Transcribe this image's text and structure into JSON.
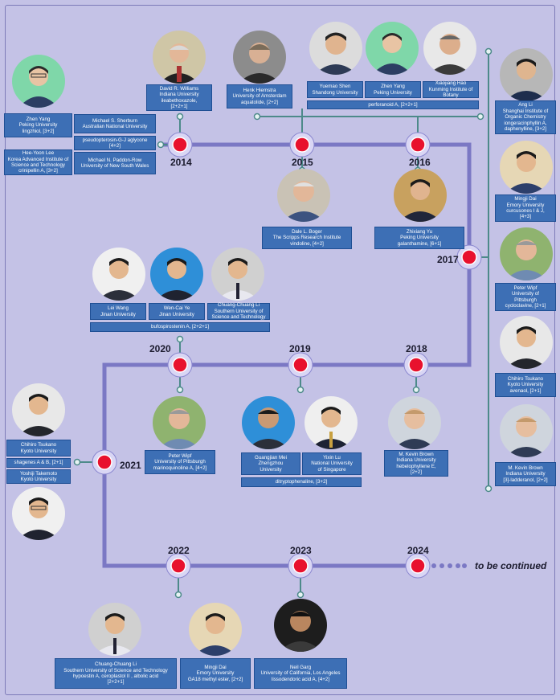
{
  "years": [
    "2014",
    "2015",
    "2016",
    "2017",
    "2018",
    "2019",
    "2020",
    "2021",
    "2022",
    "2023",
    "2024"
  ],
  "continued": "to be continued",
  "labels": {
    "zyang1": "Zhen Yang\nPeking University\nlingzhiol, [3+2]",
    "sherburn": "Michael S. Sherburn\nAustralian National University",
    "pseudo": "pseudopterosin-G-J aglycone\n[4+2]",
    "hylee": "Hee-Yoon Lee\nKorea Advanced Institute of Science and Technology\ncrinipellin A, [3+2]",
    "paddon": "Michael N. Paddon-Row\nUniversity of New South Wales",
    "williams": "David R. Williams\nIndiana University\nileabethoxazole,\n[2+2+1]",
    "hiemstra": "Henk Hiemstra\nUniversity of Amsterdam\naquatolide, [2+2]",
    "yshen": "Yuemao Shen\nShandong University",
    "zyang2": "Zhen Yang\nPeking University",
    "xhao": "Xiaojiang Hao\nKunming Institute of Botany",
    "perfo": "perforanoid A, [2+2+1]",
    "angli": "Ang Li\nShanghai Institute of Organic Chemistry\niongeracinphyllin A,\ndaphenylline, [3+2]",
    "boger": "Dale L. Boger\nThe Scripps Research Institute\nvindoline, [4+2]",
    "zyu": "Zhixiang Yu\nPeking University\ngalanthamine, [6+1]",
    "mdai1": "Mingji Dai\nEmory University\ncurcusones I & J,\n[4+3]",
    "wipf1": "Peter Wipf\nUniversity of\nPittsburgh\ncycloclavine, [2+1]",
    "tsukano1": "Chihiro Tsukano\nKyoto University\navenaol, [2+1]",
    "brown1": "M. Kevin Brown\nIndiana University\n[3]-ladderanol, [2+2]",
    "lwang": "Lei Wang\nJinan University",
    "wcye": "Wen-Cai Ye\nJinan University",
    "ccli1": "Chuang-Chuang Li\nSouthern University of\nScience and Technology",
    "bufo": "bufospirostenin A, [2+2+1]",
    "wipf2": "Peter Wipf\nUniversity of Pittsburgh\nmarinoquinoline A, [4+2]",
    "gmei": "Guangjian Mei\nZhengzhou\nUniversity",
    "ylu": "Yixin Lu\nNational University\nof Singapore",
    "ditry": "ditryptophenaline, [3+2]",
    "brown2": "M. Kevin Brown\nIndiana University\nhebelophyllene E,\n[2+2]",
    "tsukano2": "Chihiro Tsukano\nKyoto University",
    "shagenes": "shagenes A & B, [2+1]",
    "takemoto": "Yoshiji Takemoto\nKyoto University",
    "ccli2": "Chuang-Chuang Li\nSouthern University of Science and Technology\nhypoestin A, ceroplastol II , albolic acid\n[2+2+1]",
    "mdai2": "Mingji Dai\nEmory University\nGA18 methyl ester, [2+2]",
    "ngarg": "Neil Garg\nUniversity of California, Los Angeles\nlissodendoric acid A, [4+2]"
  },
  "colors": {
    "background": "#c4c2e6",
    "timeline": "#7b78c4",
    "connector": "#4d8a8a",
    "marker": "#e8112d",
    "label_bg": "#3d6fb5"
  }
}
